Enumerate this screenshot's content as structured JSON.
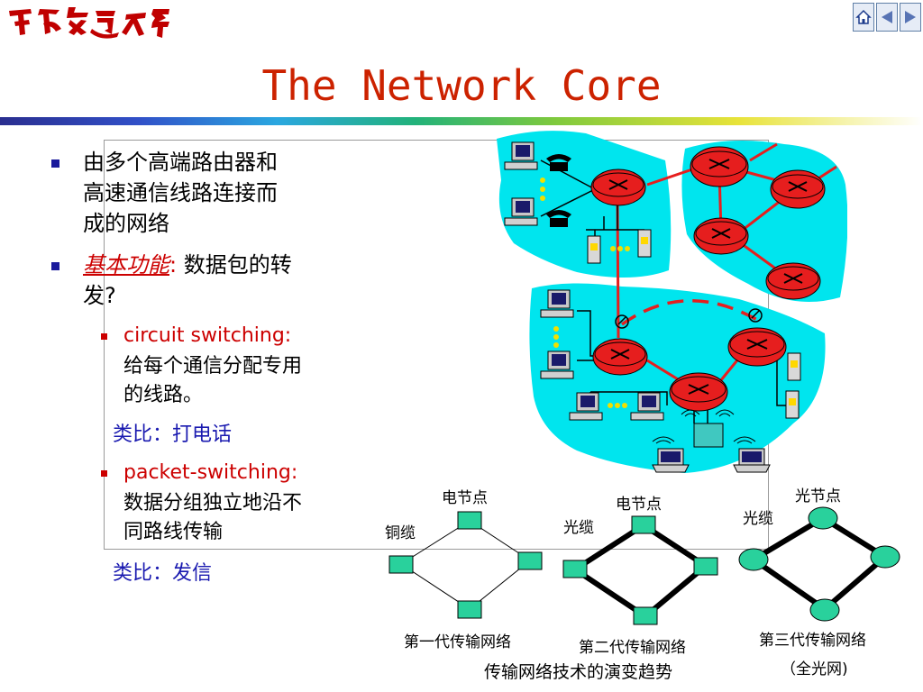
{
  "header": {
    "logo_text": "西南交通大學",
    "title": "The Network Core"
  },
  "nav": {
    "home_icon": "home-icon",
    "prev_icon": "triangle-left-icon",
    "next_icon": "triangle-right-icon"
  },
  "bullets": {
    "b1_text": "由多个高端路由器和高速通信线路连接而成的网络",
    "b1_line1": "由多个高端路由器和",
    "b1_line2": "高速通信线路连接而",
    "b1_line3": "成的网络",
    "b2_keyword": "基本功能",
    "b2_colon": ":",
    "b2_rest1": " 数据包的转",
    "b2_rest2": "发?",
    "sub1_title": "circuit switching:",
    "sub1_line1": "给每个通信分配专用",
    "sub1_line2": "的线路。",
    "analogy1": "类比：打电话",
    "sub2_title": "packet-switching:",
    "sub2_line1": "数据分组独立地沿不",
    "sub2_line2": "同路线传输",
    "analogy2": "类比：发信"
  },
  "diagram": {
    "gen1": {
      "node_label": "电节点",
      "cable_label": "铜缆",
      "caption": "第一代传输网络"
    },
    "gen2": {
      "node_label": "电节点",
      "cable_label": "光缆",
      "caption": "第二代传输网络"
    },
    "gen3": {
      "node_label": "光节点",
      "cable_label": "光缆",
      "caption": "第三代传输网络",
      "caption2": "（全光网)"
    },
    "trend_caption": "传输网络技术的演变趋势"
  },
  "colors": {
    "title": "#cc2200",
    "network_bg": "#00e5ee",
    "router": "#e61e1e",
    "node_green": "#29d19c",
    "bullet_blue": "#1a1a9c",
    "text_red": "#cc0000",
    "text_blue": "#1a1ab0"
  }
}
